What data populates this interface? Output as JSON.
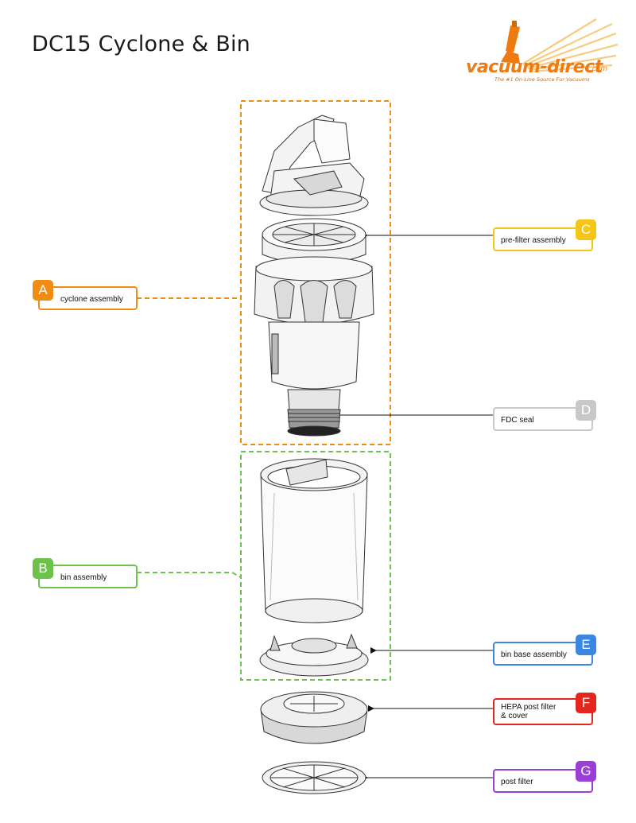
{
  "title": "DC15 Cyclone & Bin",
  "logo": {
    "name": "vacuum-direct",
    "domain": ".com",
    "tagline": "The #1 On-Line Source For Vacuums"
  },
  "callouts": [
    {
      "letter": "A",
      "label": "cyclone assembly",
      "color": "#f08c12"
    },
    {
      "letter": "B",
      "label": "bin assembly",
      "color": "#6cc24a"
    },
    {
      "letter": "C",
      "label": "pre-filter assembly",
      "color": "#f5c518"
    },
    {
      "letter": "D",
      "label": "FDC seal",
      "color": "#c8c8c8"
    },
    {
      "letter": "E",
      "label": "bin base assembly",
      "color": "#3a86e0"
    },
    {
      "letter": "F",
      "label": "HEPA post filter & cover",
      "label_line1": "HEPA post filter",
      "label_line2": "& cover",
      "color": "#e5261f"
    },
    {
      "letter": "G",
      "label": "post filter",
      "color": "#9b3ed8"
    }
  ]
}
